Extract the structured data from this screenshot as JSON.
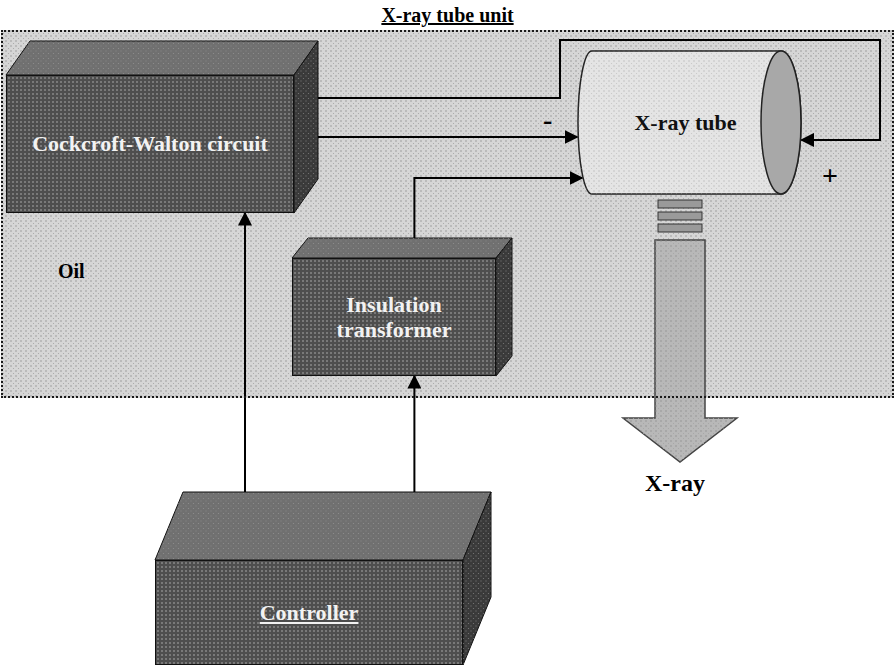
{
  "diagram": {
    "nodes": [
      {
        "text": [
          "X-ray tube unit"
        ]
      },
      {
        "text": [
          "Cockcroft-Walton circuit"
        ],
        "in": 0
      },
      {
        "text": [
          "X-ray tube"
        ],
        "in": 0
      },
      {
        "text": [
          "Insulation transformer"
        ],
        "in": 0
      },
      {
        "text": [
          "Controller"
        ]
      }
    ],
    "edges": [
      {
        "from": 1,
        "to": 2,
        "arrow": "to"
      },
      {
        "from": 1,
        "to": 2,
        "arrow": "to"
      },
      {
        "from": 3,
        "to": 2,
        "arrow": "to"
      },
      {
        "from": 4,
        "to": 1,
        "arrow": "to"
      },
      {
        "from": 4,
        "to": 3,
        "arrow": "to"
      }
    ],
    "labels": [
      "Oil",
      "-",
      "+",
      "X-ray"
    ]
  }
}
